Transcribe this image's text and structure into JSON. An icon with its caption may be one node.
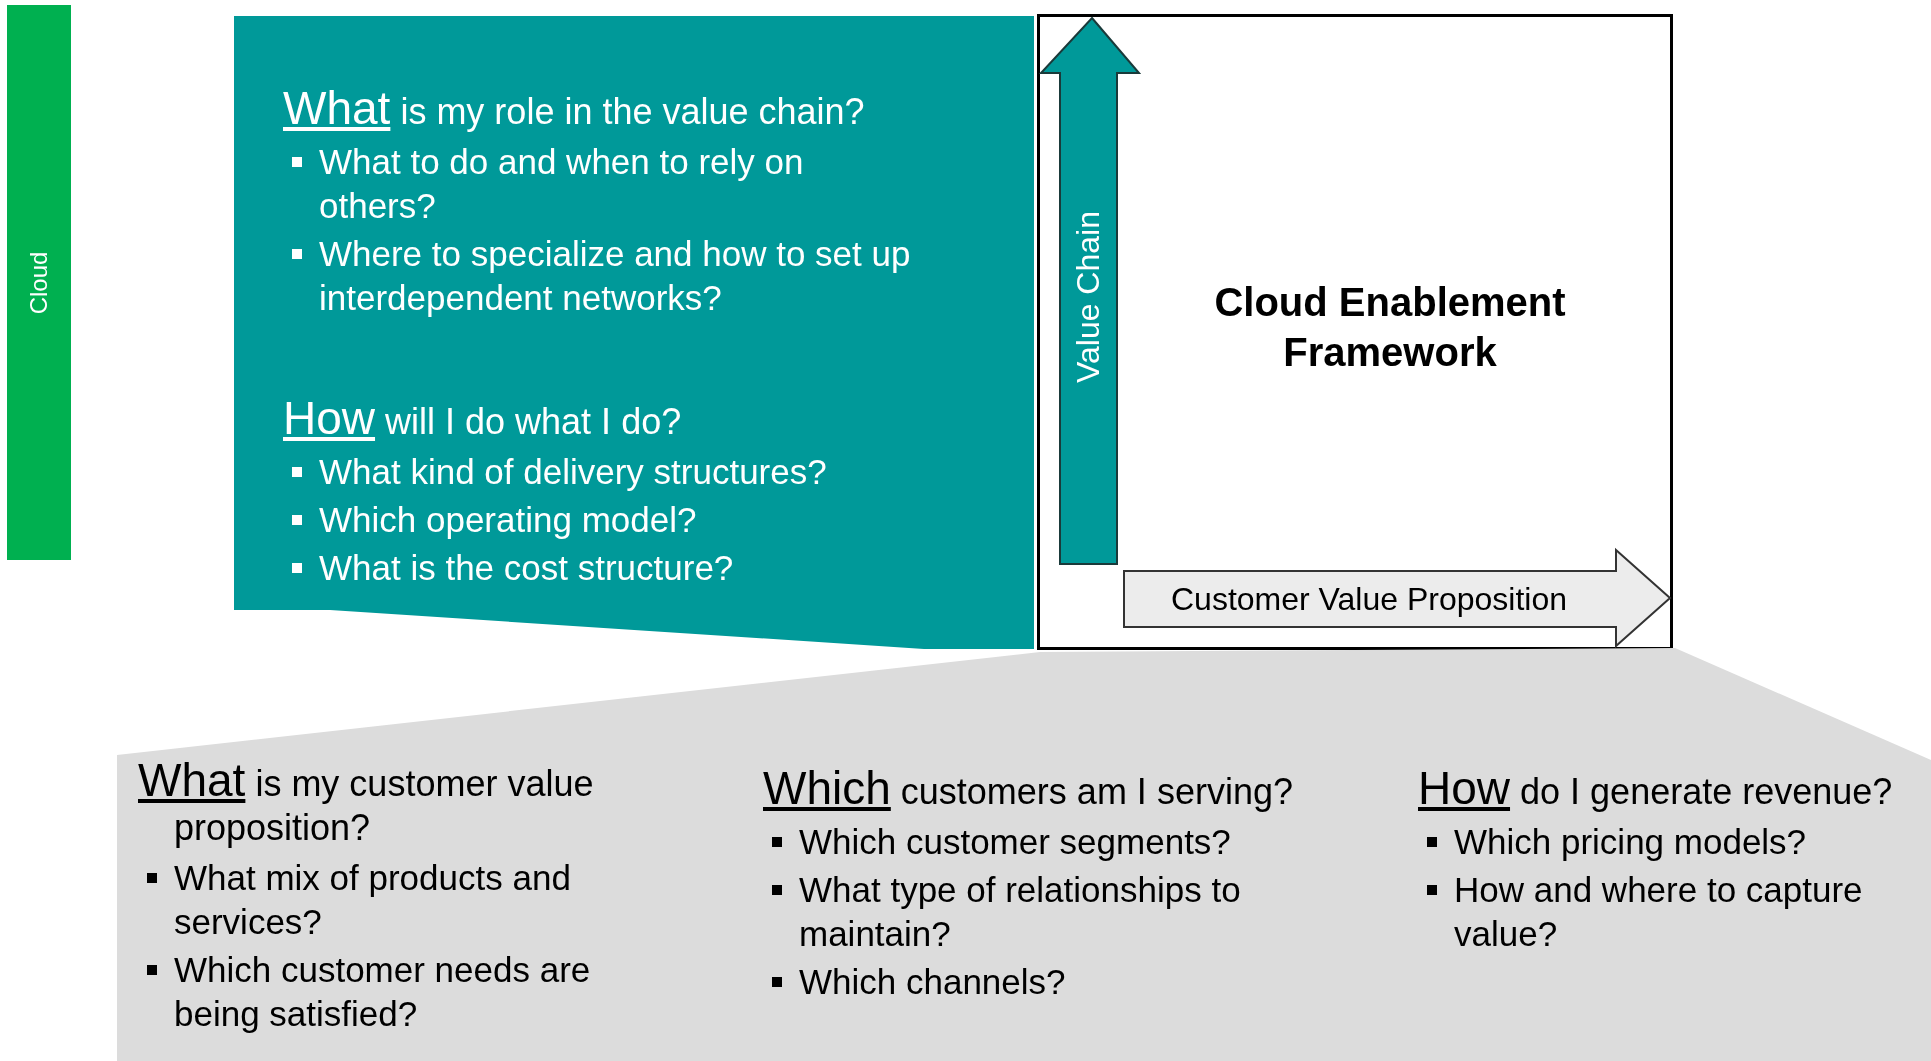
{
  "diagram": {
    "nodes": [
      {
        "text": [
          "Cloud"
        ]
      },
      {
        "text": [],
        "shape": "box"
      },
      {
        "text": [
          "What is my role in the value chain?",
          "What to do and when to rely on others?",
          "Where to specialize and how to set up interdependent networks?"
        ],
        "in": 1
      },
      {
        "text": [
          "How will I do what I do?",
          "What kind of delivery structures?",
          "Which operating model?",
          "What is the cost structure?"
        ],
        "in": 1
      },
      {
        "text": [
          "Cloud Enablement Framework"
        ]
      },
      {
        "text": [
          "Value Chain"
        ],
        "in": 4
      },
      {
        "text": [
          "Customer Value Proposition"
        ],
        "in": 4
      },
      {
        "text": [],
        "shape": "box"
      },
      {
        "text": [
          "What is my customer value proposition?",
          "What mix of products and services?",
          "Which customer needs are being satisfied?"
        ],
        "in": 7
      },
      {
        "text": [
          "Which customers am I serving?",
          "Which customer segments?",
          "What type of relationships to maintain?",
          "Which channels?"
        ],
        "in": 7
      },
      {
        "text": [
          "How do I generate revenue?",
          "Which pricing models?",
          "How and where to capture value?"
        ],
        "in": 7
      }
    ]
  }
}
